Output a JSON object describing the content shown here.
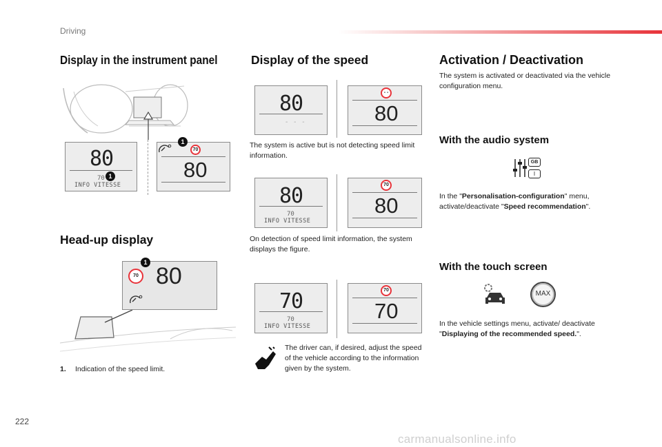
{
  "header": {
    "title": "Driving"
  },
  "page_number": "222",
  "watermark": "carmanualsonline.info",
  "col1": {
    "heading": "Display in the instrument panel",
    "panel": {
      "speed": "80",
      "limit": "70",
      "info": "INFO VITESSE",
      "badge": "1",
      "sign": "70",
      "value": "80"
    },
    "hud_heading": "Head-up display",
    "hud": {
      "badge": "1",
      "sign": "70",
      "value": "80"
    },
    "note_number": "1.",
    "note_text": "Indication of the speed limit."
  },
  "col2": {
    "heading": "Display of the speed",
    "row1": {
      "speed": "80",
      "placeholder": "- - -",
      "sign": "- -",
      "value": "80"
    },
    "text1": "The system is active but is not detecting speed limit information.",
    "row2": {
      "speed": "80",
      "limit": "70",
      "info": "INFO VITESSE",
      "sign": "70",
      "value": "80"
    },
    "text2": "On detection of speed limit information, the system displays the figure.",
    "row3": {
      "speed": "70",
      "limit": "70",
      "info": "INFO VITESSE",
      "sign": "70",
      "value": "70"
    },
    "text3": "The driver can, if desired, adjust the speed of the vehicle according to the information given by the system."
  },
  "col3": {
    "heading": "Activation / Deactivation",
    "intro": "The system is activated or deactivated via the vehicle configuration menu.",
    "audio_heading": "With the audio system",
    "audio_icon_labels": {
      "top": "GB",
      "bottom": "I"
    },
    "audio_text": {
      "p1": "In the \"",
      "b1": "Personalisation-configuration",
      "p2": "\" menu, activate/deactivate \"",
      "b2": "Speed recommendation",
      "p3": "\"."
    },
    "touch_heading": "With the touch screen",
    "max_label": "MAX",
    "touch_text": {
      "p1": "In the vehicle settings menu, activate/ deactivate \"",
      "b1": "Displaying of the recommended speed.",
      "p2": "\"."
    }
  }
}
